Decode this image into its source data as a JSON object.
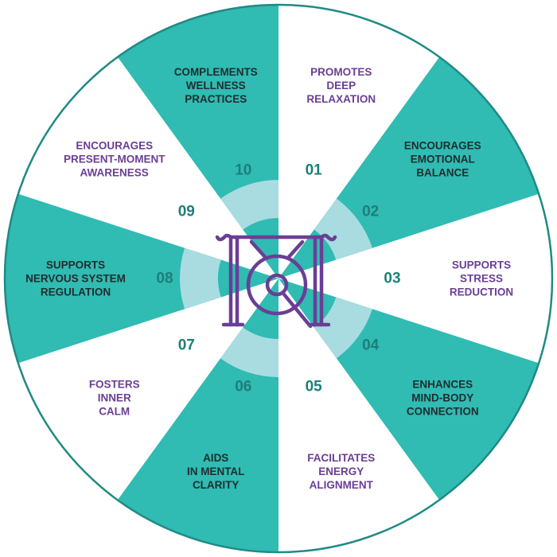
{
  "colors": {
    "teal": "#30bbb3",
    "light_teal": "#a8dce0",
    "purple": "#6a3e95",
    "number_teal": "#1d7f78",
    "dark_text": "#1f2d2d",
    "rim": "#1f8a84",
    "white": "#ffffff"
  },
  "center_icon": "gong-icon",
  "segments": [
    {
      "number": "01",
      "lines": [
        "PROMOTES",
        "DEEP",
        "RELAXATION"
      ],
      "filled": false
    },
    {
      "number": "02",
      "lines": [
        "ENCOURAGES",
        "EMOTIONAL",
        "BALANCE"
      ],
      "filled": true
    },
    {
      "number": "03",
      "lines": [
        "SUPPORTS",
        "STRESS",
        "REDUCTION"
      ],
      "filled": false
    },
    {
      "number": "04",
      "lines": [
        "ENHANCES",
        "MIND-BODY",
        "CONNECTION"
      ],
      "filled": true
    },
    {
      "number": "05",
      "lines": [
        "FACILITATES",
        "ENERGY",
        "ALIGNMENT"
      ],
      "filled": false
    },
    {
      "number": "06",
      "lines": [
        "AIDS",
        "IN MENTAL",
        "CLARITY"
      ],
      "filled": true
    },
    {
      "number": "07",
      "lines": [
        "FOSTERS",
        "INNER",
        "CALM"
      ],
      "filled": false
    },
    {
      "number": "08",
      "lines": [
        "SUPPORTS",
        "NERVOUS SYSTEM",
        "REGULATION"
      ],
      "filled": true
    },
    {
      "number": "09",
      "lines": [
        "ENCOURAGES",
        "PRESENT-MOMENT",
        "AWARENESS"
      ],
      "filled": false
    },
    {
      "number": "10",
      "lines": [
        "COMPLEMENTS",
        "WELLNESS",
        "PRACTICES"
      ],
      "filled": true
    }
  ]
}
